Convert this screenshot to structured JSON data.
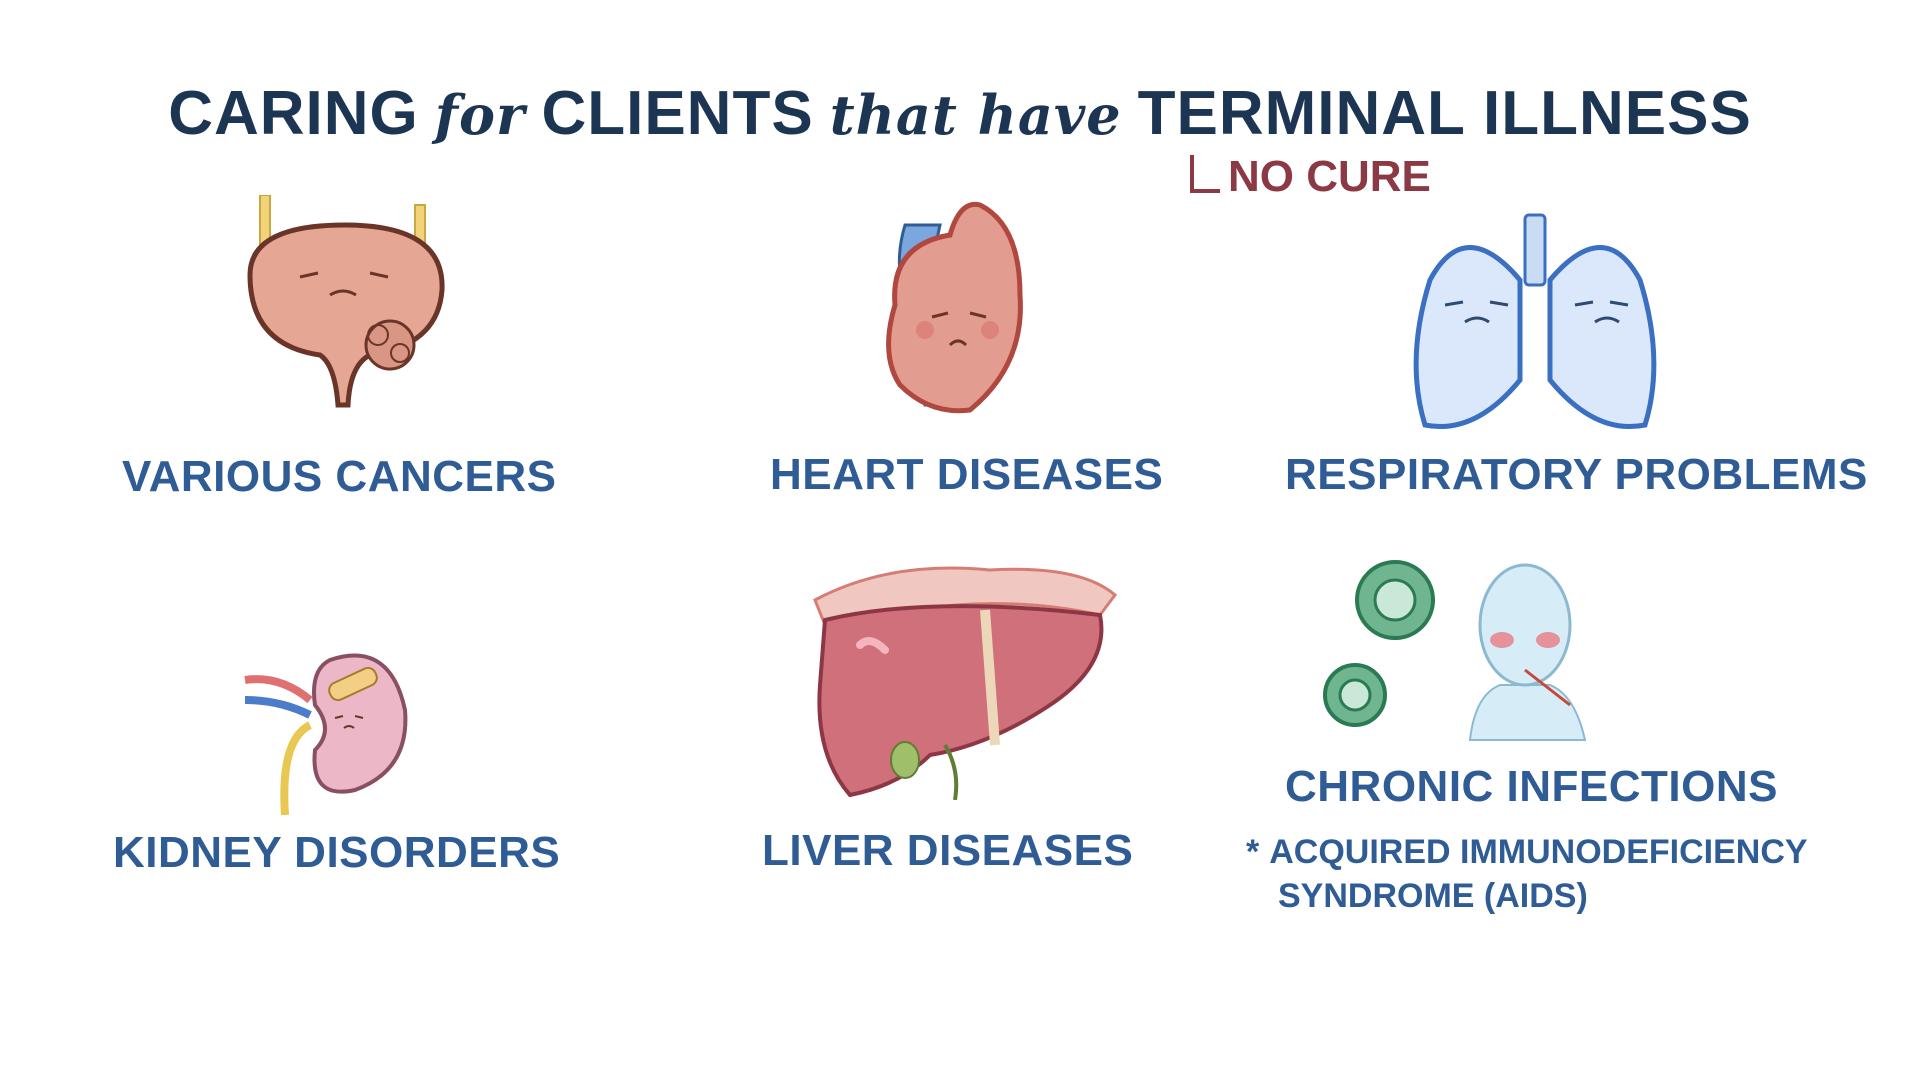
{
  "title": {
    "part1": "CARING",
    "part2": "for",
    "part3": "CLIENTS",
    "part4": "that have",
    "part5": "TERMINAL ILLNESS"
  },
  "note": "NO CURE",
  "items": [
    {
      "label": "VARIOUS CANCERS",
      "icon": "bladder-tumor-icon"
    },
    {
      "label": "HEART DISEASES",
      "icon": "heart-icon"
    },
    {
      "label": "RESPIRATORY PROBLEMS",
      "icon": "lungs-icon"
    },
    {
      "label": "KIDNEY DISORDERS",
      "icon": "kidney-icon"
    },
    {
      "label": "LIVER DISEASES",
      "icon": "liver-icon"
    },
    {
      "label": "CHRONIC INFECTIONS",
      "icon": "virus-patient-icon"
    }
  ],
  "infection_detail": {
    "bullet": "*",
    "line1": "ACQUIRED IMMUNODEFICIENCY",
    "line2": "SYNDROME (AIDS)"
  },
  "colors": {
    "title": "#1c3553",
    "label": "#2f5c95",
    "note": "#8b3a45"
  }
}
